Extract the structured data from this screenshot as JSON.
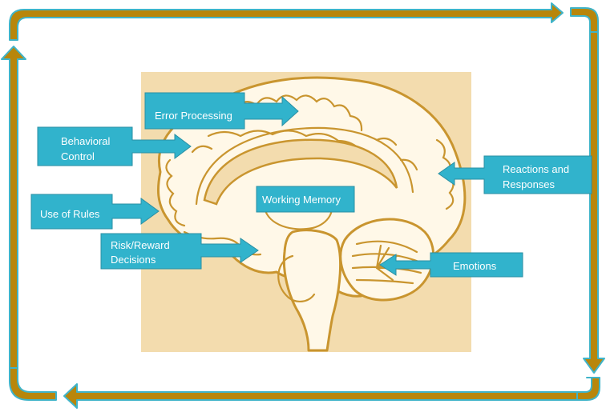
{
  "colors": {
    "frame_fill": "#b8860b",
    "frame_outline": "#3fb4c9",
    "panel_bg": "#f3dcae",
    "brain_line": "#c9952f",
    "brain_fill": "#fff8e8",
    "callout_fill": "#31b3cc",
    "callout_stroke": "#2a8fa3",
    "callout_text": "#ffffff"
  },
  "callouts": [
    {
      "id": "error-processing",
      "lines": [
        "Error Processing"
      ],
      "arrow": "right"
    },
    {
      "id": "behavioral-control",
      "lines": [
        "Behavioral",
        "Control"
      ],
      "arrow": "right"
    },
    {
      "id": "use-of-rules",
      "lines": [
        "Use of Rules"
      ],
      "arrow": "right"
    },
    {
      "id": "working-memory",
      "lines": [
        "Working Memory"
      ],
      "arrow": "none"
    },
    {
      "id": "risk-reward",
      "lines": [
        "Risk/Reward",
        "Decisions"
      ],
      "arrow": "right"
    },
    {
      "id": "reactions-responses",
      "lines": [
        "Reactions and",
        "Responses"
      ],
      "arrow": "left"
    },
    {
      "id": "emotions",
      "lines": [
        "Emotions"
      ],
      "arrow": "left"
    }
  ]
}
